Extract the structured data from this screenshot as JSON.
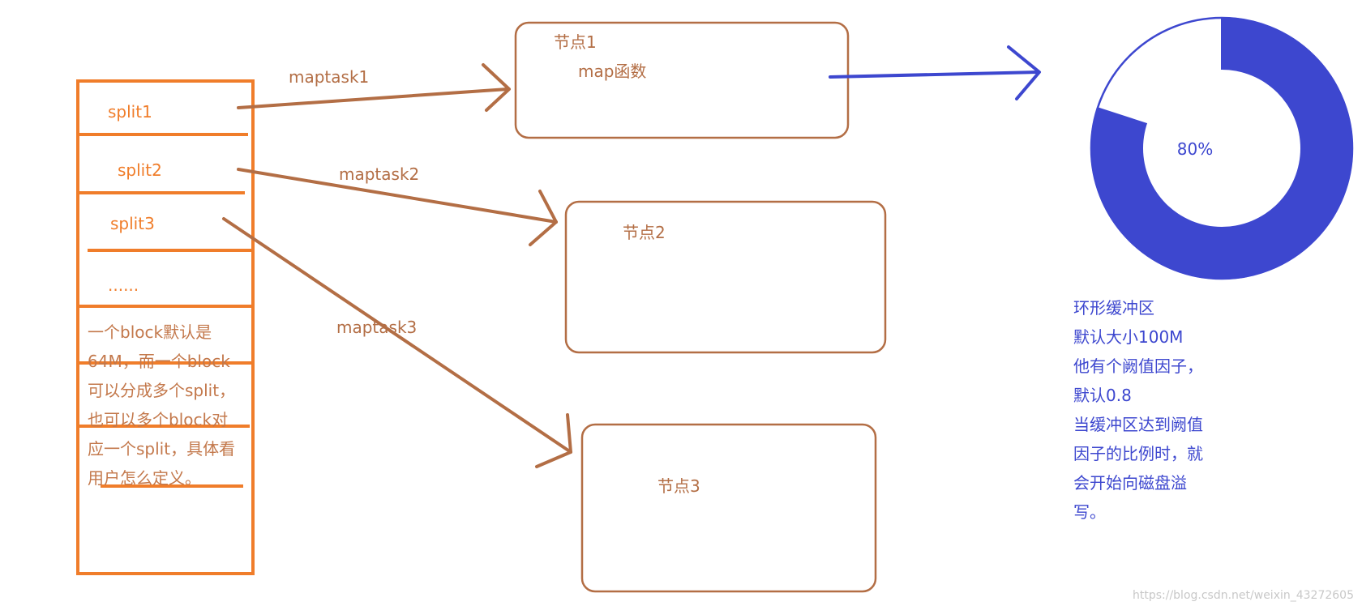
{
  "block": {
    "splits": [
      "split1",
      "split2",
      "split3",
      "......"
    ],
    "note_lines": [
      "一个block默认是",
      "64M，而一个block",
      "可以分成多个split，",
      "也可以多个block对",
      "应一个split，具体看",
      "用户怎么定义。"
    ]
  },
  "maptasks": [
    "maptask1",
    "maptask2",
    "maptask3"
  ],
  "nodes": [
    {
      "title": "节点1",
      "function": "map函数"
    },
    {
      "title": "节点2"
    },
    {
      "title": "节点3"
    }
  ],
  "ring_buffer": {
    "threshold_percent": 80,
    "percent_label": "80%",
    "note_lines": [
      "环形缓冲区",
      "默认大小100M",
      "他有个阙值因子，",
      "默认0.8",
      "当缓冲区达到阙值",
      "因子的比例时，就",
      "会开始向磁盘溢",
      "写。"
    ]
  },
  "watermark": "https://blog.csdn.net/weixin_43272605",
  "colors": {
    "split_orange": "#f07d2a",
    "node_brown": "#b36e45",
    "buffer_blue": "#3d47cf"
  }
}
